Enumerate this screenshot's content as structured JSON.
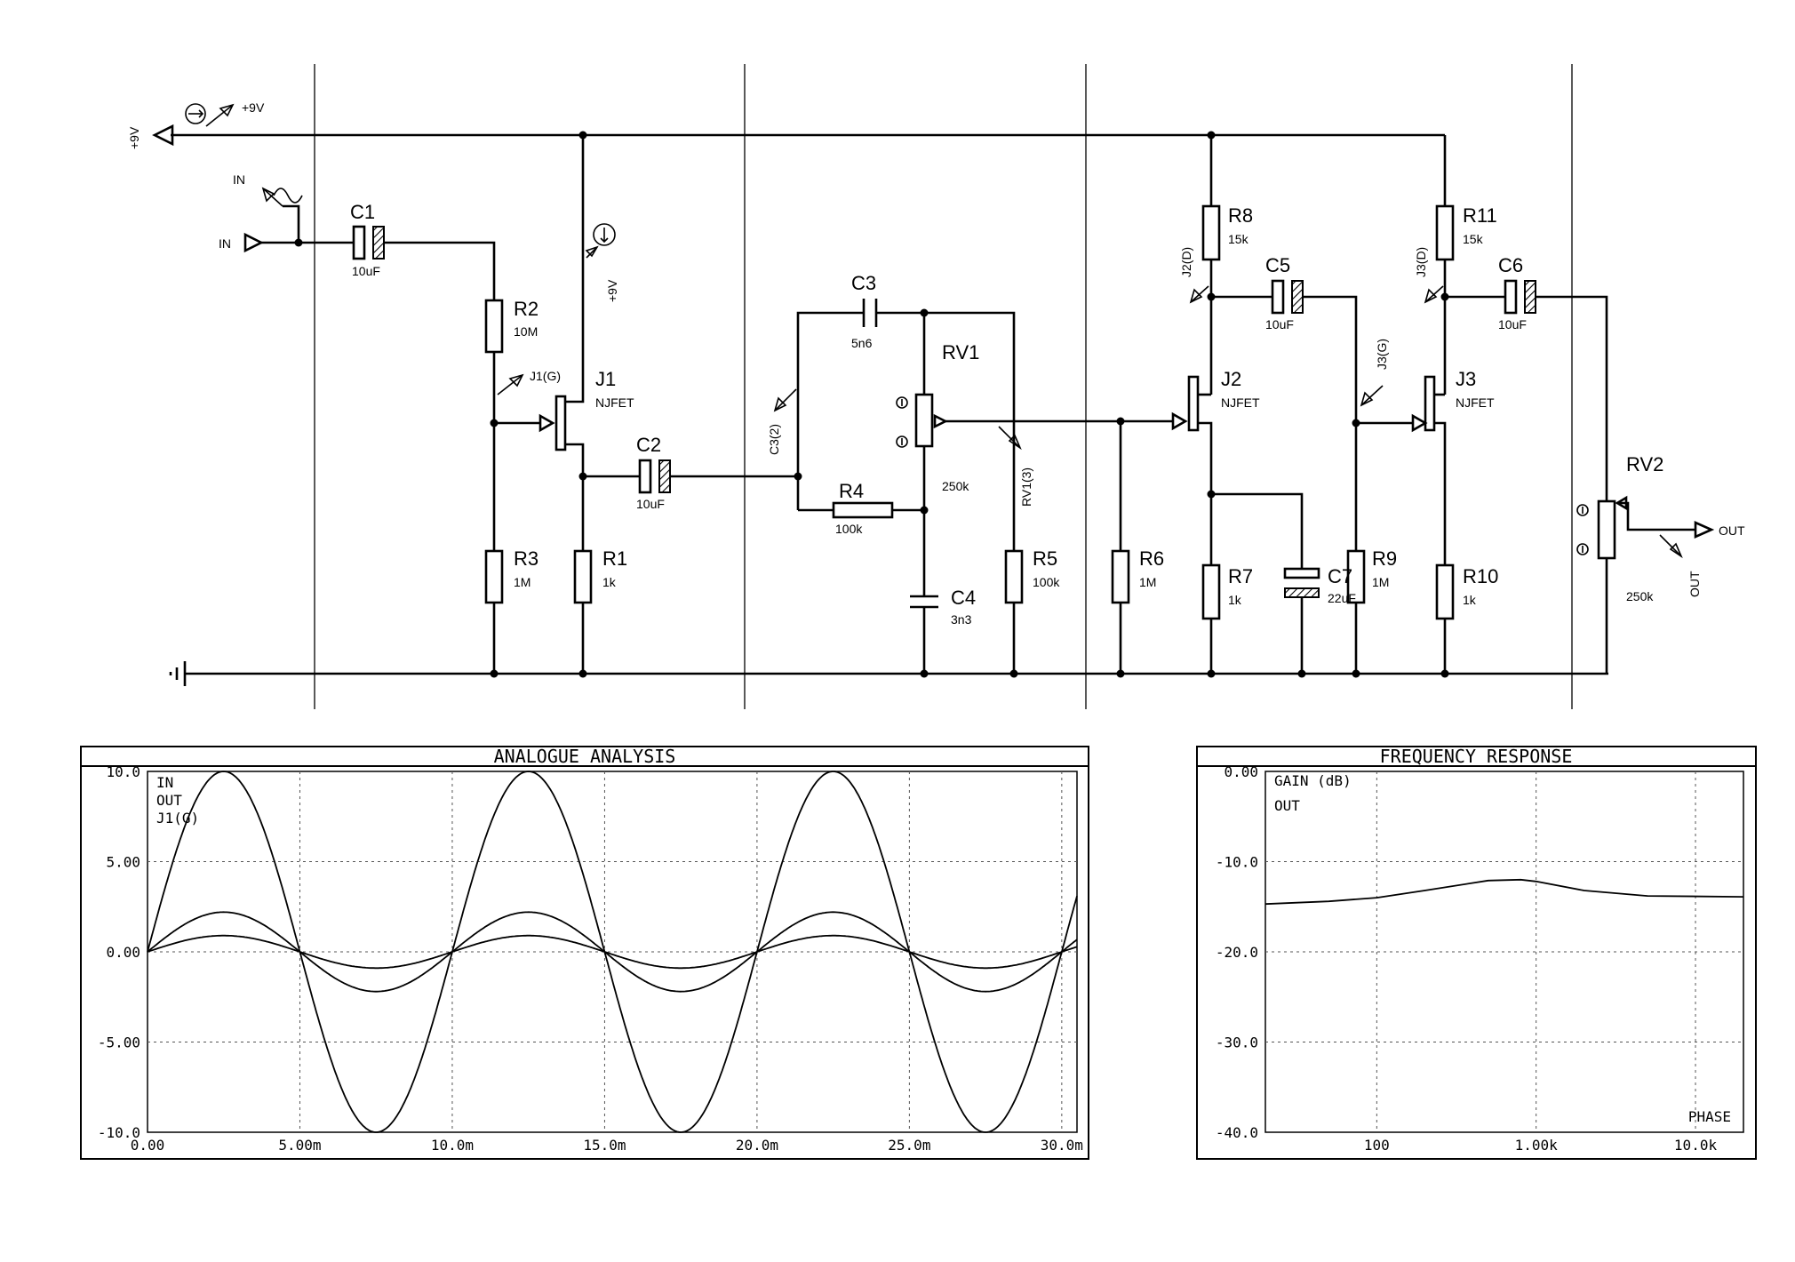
{
  "schematic": {
    "power": {
      "label": "+9V",
      "probe_label": "+9V",
      "j1_probe_label": "+9V"
    },
    "input": {
      "label": "IN",
      "probe_label": "IN"
    },
    "output": {
      "label": "OUT",
      "probe_label": "OUT"
    },
    "components": [
      {
        "id": "C1",
        "ref": "C1",
        "value": "10uF",
        "kind": "capacitor-electrolytic"
      },
      {
        "id": "R2",
        "ref": "R2",
        "value": "10M",
        "kind": "resistor"
      },
      {
        "id": "R3",
        "ref": "R3",
        "value": "1M",
        "kind": "resistor"
      },
      {
        "id": "J1",
        "ref": "J1",
        "value": "NJFET",
        "kind": "njfet"
      },
      {
        "id": "R1",
        "ref": "R1",
        "value": "1k",
        "kind": "resistor"
      },
      {
        "id": "C2",
        "ref": "C2",
        "value": "10uF",
        "kind": "capacitor-electrolytic"
      },
      {
        "id": "C3",
        "ref": "C3",
        "value": "5n6",
        "kind": "capacitor"
      },
      {
        "id": "RV1",
        "ref": "RV1",
        "value": "250k",
        "kind": "potentiometer"
      },
      {
        "id": "R4",
        "ref": "R4",
        "value": "100k",
        "kind": "resistor"
      },
      {
        "id": "C4",
        "ref": "C4",
        "value": "3n3",
        "kind": "capacitor"
      },
      {
        "id": "R5",
        "ref": "R5",
        "value": "100k",
        "kind": "resistor"
      },
      {
        "id": "R6",
        "ref": "R6",
        "value": "1M",
        "kind": "resistor"
      },
      {
        "id": "R8",
        "ref": "R8",
        "value": "15k",
        "kind": "resistor"
      },
      {
        "id": "J2",
        "ref": "J2",
        "value": "NJFET",
        "kind": "njfet"
      },
      {
        "id": "C5",
        "ref": "C5",
        "value": "10uF",
        "kind": "capacitor-electrolytic"
      },
      {
        "id": "R7",
        "ref": "R7",
        "value": "1k",
        "kind": "resistor"
      },
      {
        "id": "C7",
        "ref": "C7",
        "value": "22uF",
        "kind": "capacitor-electrolytic"
      },
      {
        "id": "R9",
        "ref": "R9",
        "value": "1M",
        "kind": "resistor"
      },
      {
        "id": "R11",
        "ref": "R11",
        "value": "15k",
        "kind": "resistor"
      },
      {
        "id": "J3",
        "ref": "J3",
        "value": "NJFET",
        "kind": "njfet"
      },
      {
        "id": "C6",
        "ref": "C6",
        "value": "10uF",
        "kind": "capacitor-electrolytic"
      },
      {
        "id": "R10",
        "ref": "R10",
        "value": "1k",
        "kind": "resistor"
      },
      {
        "id": "RV2",
        "ref": "RV2",
        "value": "250k",
        "kind": "potentiometer"
      }
    ],
    "probes": [
      "J1(G)",
      "C3(2)",
      "RV1(3)",
      "J2(D)",
      "J3(G)",
      "J3(D)"
    ]
  },
  "chart_data": [
    {
      "type": "line",
      "title": "ANALOGUE ANALYSIS",
      "legend": [
        "IN",
        "OUT",
        "J1(G)"
      ],
      "legend_placement": "top-left",
      "grid": true,
      "xlim": [
        0,
        30.5
      ],
      "ylim": [
        -10,
        10
      ],
      "x_ticks": [
        "0.00",
        "5.00m",
        "10.0m",
        "15.0m",
        "20.0m",
        "25.0m",
        "30.0m"
      ],
      "y_ticks": [
        "10.0",
        "5.00",
        "0.00",
        "-5.00",
        "-10.0"
      ],
      "x_unit": "ms",
      "series": [
        {
          "label": "sine",
          "frequency_hz": 100,
          "amplitude": 10.0
        },
        {
          "label": "sine",
          "frequency_hz": 100,
          "amplitude": 2.2
        },
        {
          "label": "sine",
          "frequency_hz": 100,
          "amplitude": 0.9
        }
      ]
    },
    {
      "type": "line",
      "title": "FREQUENCY RESPONSE",
      "legend": [
        "GAIN (dB)",
        "OUT"
      ],
      "legend_placement": "top-left",
      "corner_label": "PHASE",
      "grid": true,
      "x_scale": "log",
      "xlim": [
        20,
        20000
      ],
      "ylim": [
        -40,
        0
      ],
      "x_ticks": [
        "100",
        "1.00k",
        "10.0k"
      ],
      "y_ticks": [
        "0.00",
        "-10.0",
        "-20.0",
        "-30.0",
        "-40.0"
      ],
      "series": [
        {
          "name": "OUT",
          "x": [
            20,
            50,
            100,
            200,
            500,
            800,
            1000,
            2000,
            5000,
            20000
          ],
          "y": [
            -14.7,
            -14.4,
            -14.0,
            -13.2,
            -12.1,
            -12.0,
            -12.2,
            -13.2,
            -13.8,
            -13.9
          ]
        }
      ]
    }
  ]
}
